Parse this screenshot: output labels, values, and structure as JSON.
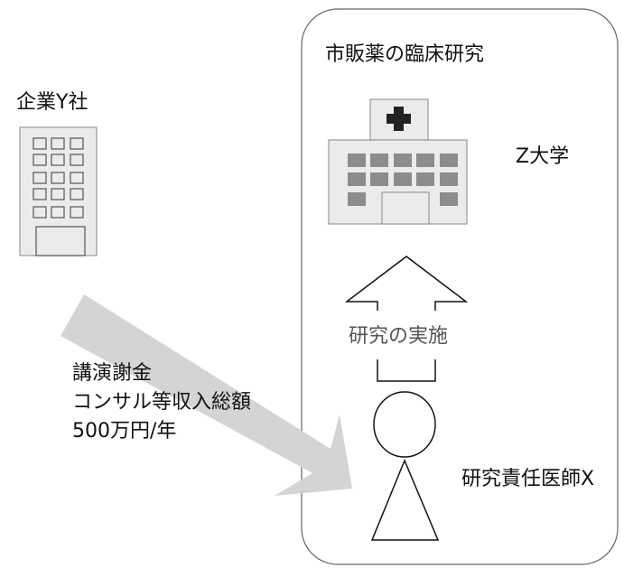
{
  "company": {
    "name": "企業Y社"
  },
  "study_box": {
    "title": "市販薬の臨床研究"
  },
  "university": {
    "name": "Z大学"
  },
  "research_arrow": {
    "label": "研究の実施"
  },
  "payment": {
    "line1": "講演謝金",
    "line2": "コンサル等収入総額",
    "line3": "500万円/年"
  },
  "physician": {
    "label": "研究責任医師X"
  },
  "colors": {
    "box_stroke": "#666666",
    "building_fill": "#ebebeb",
    "building_stroke": "#9a9a9a",
    "window_fill": "#8c8c8c",
    "cross": "#222222",
    "payment_arrow": "#d4d4d4",
    "research_text": "#555555"
  }
}
